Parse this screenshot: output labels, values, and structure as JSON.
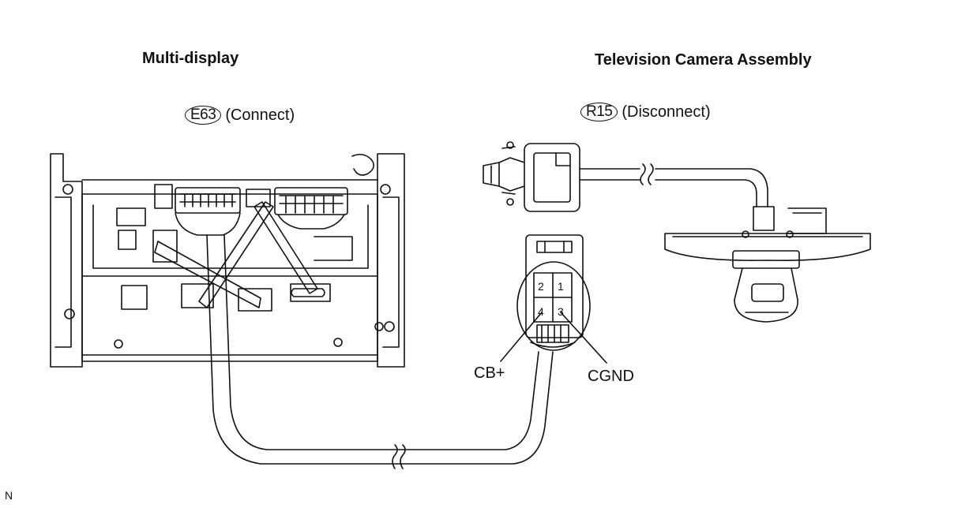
{
  "left_component": {
    "title": "Multi-display",
    "connector_code": "E63",
    "connector_state": "(Connect)"
  },
  "right_component": {
    "title": "Television Camera Assembly",
    "connector_code": "R15",
    "connector_state": "(Disconnect)"
  },
  "pins": {
    "pin1": "1",
    "pin2": "2",
    "pin3": "3",
    "pin4": "4"
  },
  "terminal_labels": {
    "cb_plus": "CB+",
    "cgnd": "CGND"
  },
  "corner_mark": "N"
}
